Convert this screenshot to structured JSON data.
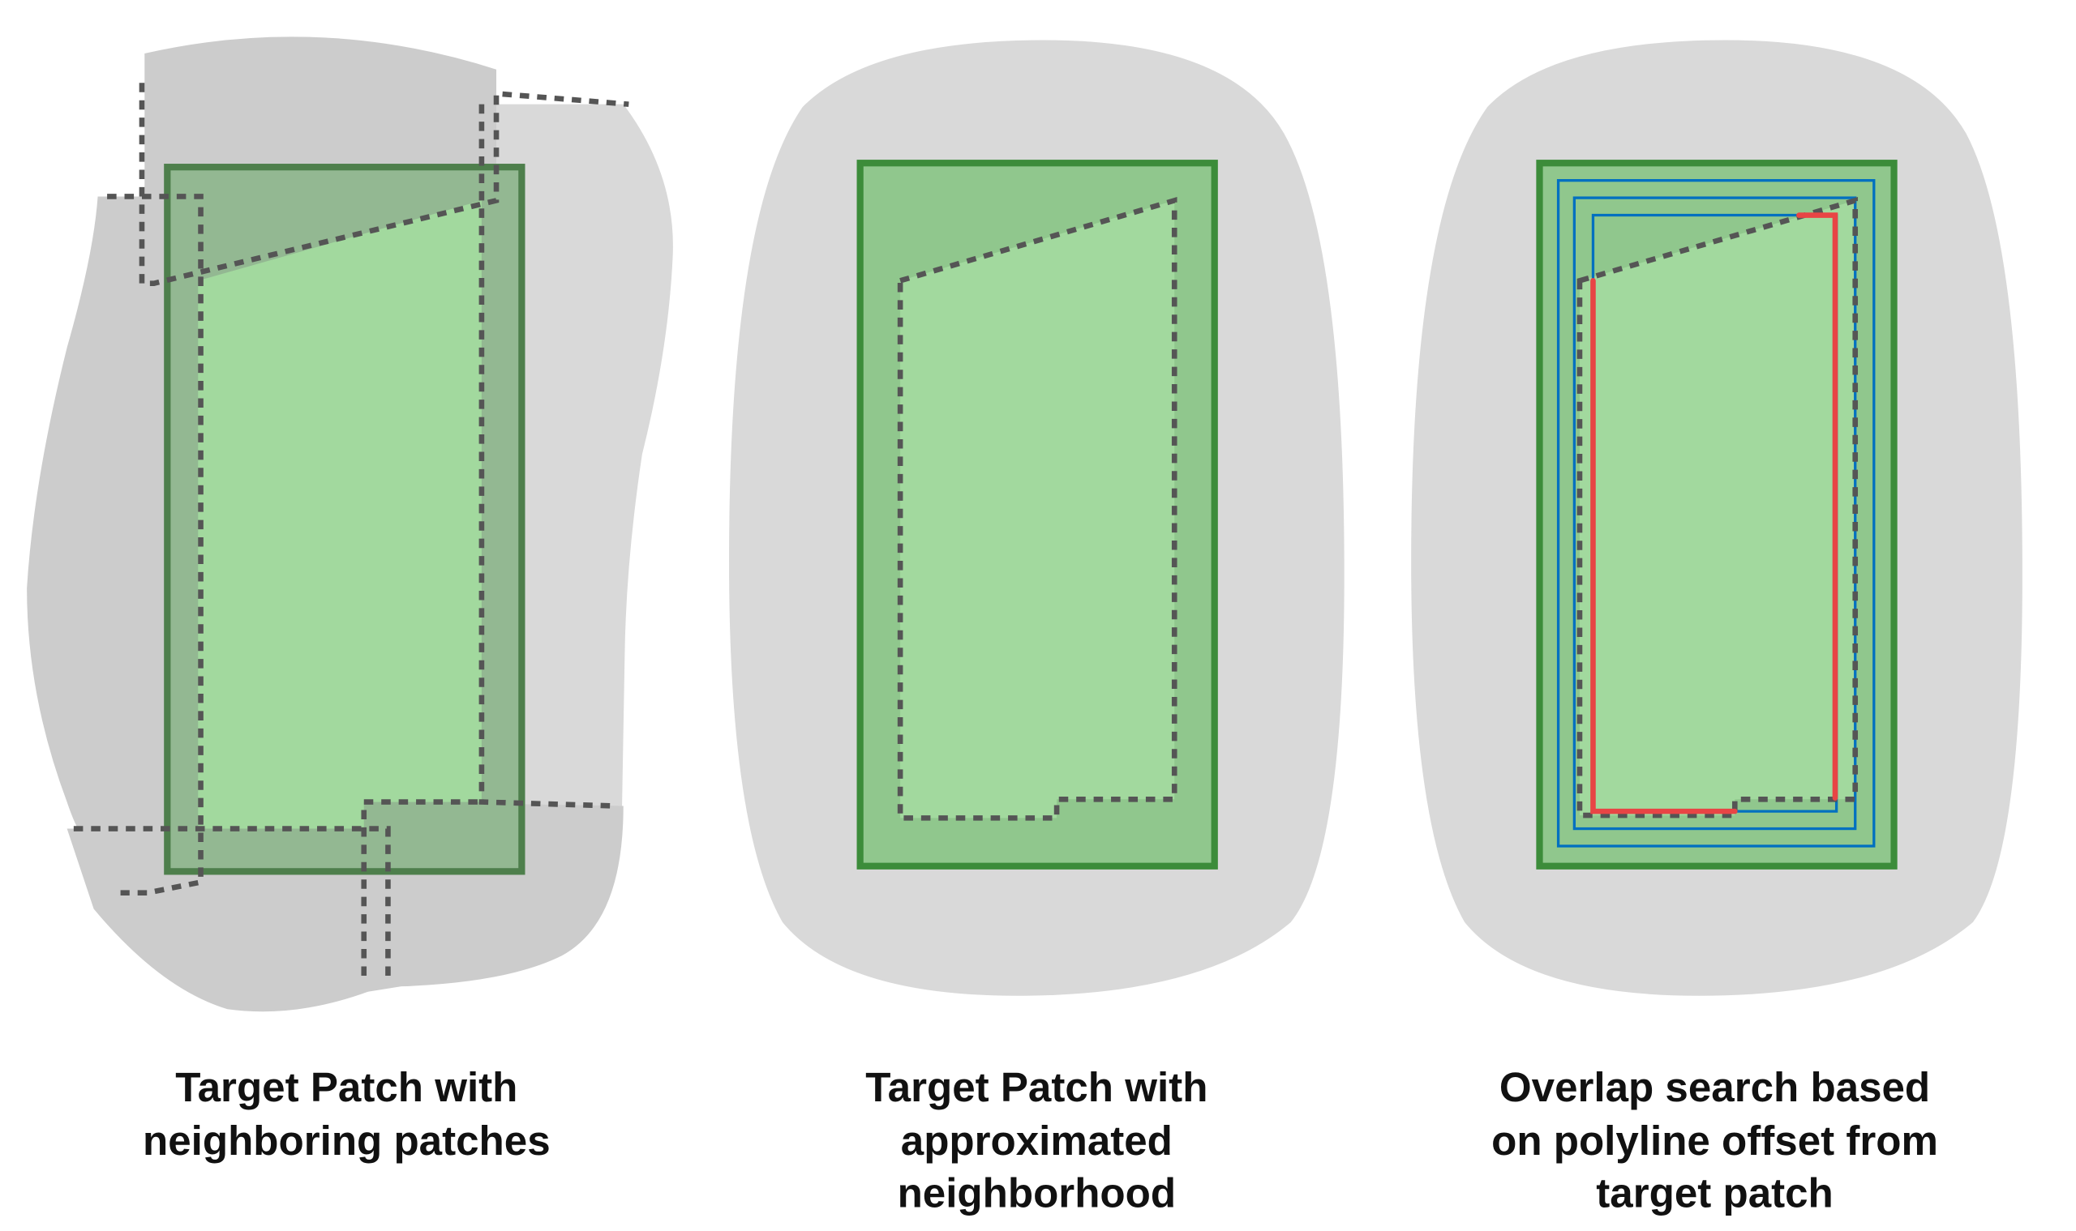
{
  "panels": [
    {
      "caption": [
        "Target Patch with",
        "neighboring patches"
      ]
    },
    {
      "caption": [
        "Target Patch with",
        "approximated",
        "neighborhood"
      ]
    },
    {
      "caption": [
        "Overlap search based",
        "on polyline offset from",
        "target patch"
      ]
    }
  ],
  "colors": {
    "background_blob": "#d9d9d9",
    "neighbor_patch": "#cccccc",
    "target_fill": "#90c78d",
    "target_inner": "#a2d99e",
    "target_border": "#3c8c3a",
    "offset_line": "#0070c0",
    "overlap_line": "#e84545",
    "dotted": "#555555"
  }
}
